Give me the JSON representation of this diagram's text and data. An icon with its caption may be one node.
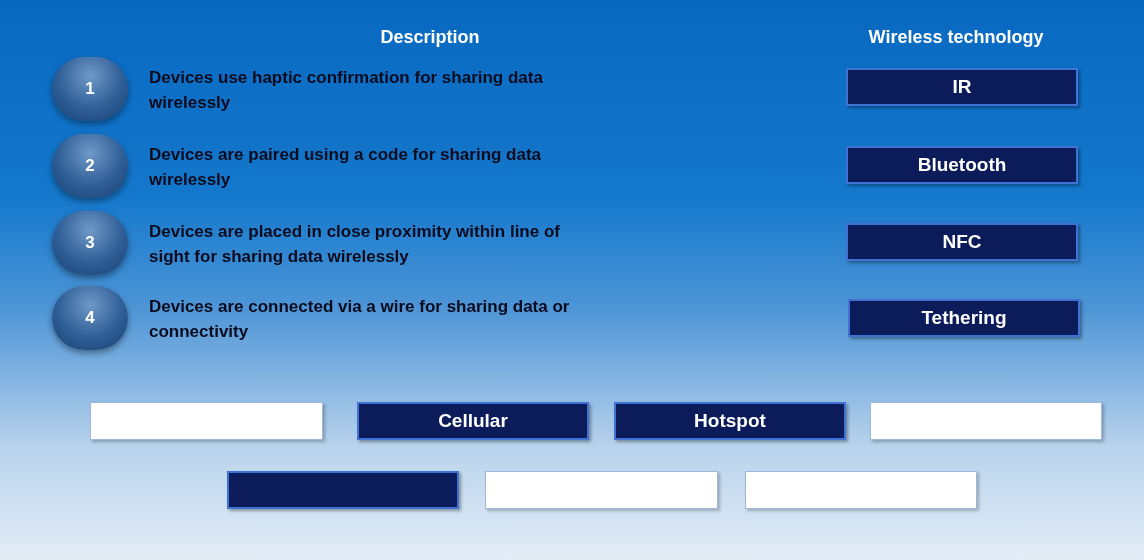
{
  "diagram": {
    "nodes": [
      {
        "text": [
          "1"
        ],
        "beside": [
          "Devices use haptic confirmation for sharing data wirelessly"
        ]
      },
      {
        "text": [
          "IR"
        ]
      },
      {
        "text": [
          "2"
        ],
        "beside": [
          "Devices are paired using a code for sharing data wirelessly"
        ]
      },
      {
        "text": [
          "Bluetooth"
        ]
      },
      {
        "text": [
          "3"
        ],
        "beside": [
          "Devices are placed in close proximity within line of sight for sharing data wirelessly"
        ]
      },
      {
        "text": [
          "NFC"
        ]
      },
      {
        "text": [
          "4"
        ],
        "beside": [
          "Devices are connected via a wire for sharing data or connectivity"
        ]
      },
      {
        "text": [
          "Tethering"
        ]
      },
      {
        "text": [],
        "shape": "box"
      },
      {
        "text": [
          "Cellular"
        ]
      },
      {
        "text": [
          "Hotspot"
        ]
      },
      {
        "text": [],
        "shape": "box"
      },
      {
        "text": [],
        "shape": "box"
      },
      {
        "text": [],
        "shape": "box"
      },
      {
        "text": [],
        "shape": "box"
      }
    ],
    "labels": [
      "Description",
      "Wireless technology"
    ]
  }
}
